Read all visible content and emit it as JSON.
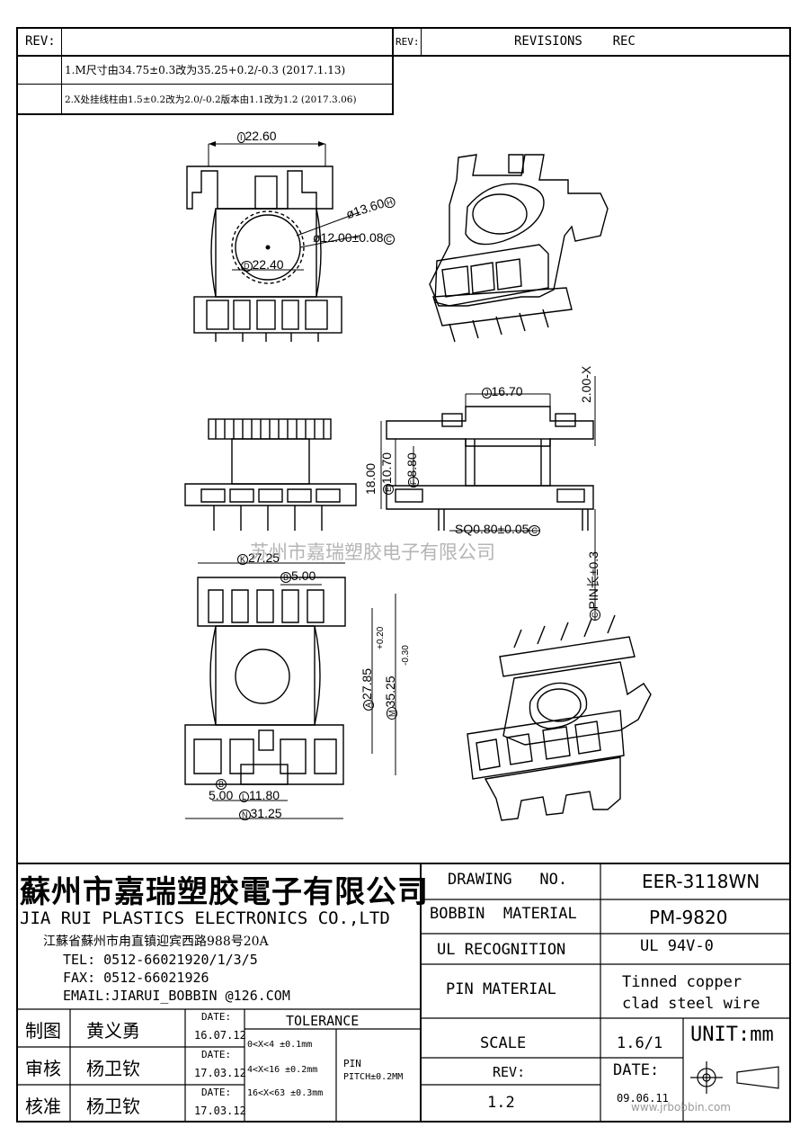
{
  "revision_block": {
    "rev_label": "REV:",
    "rev_label_2": "REV:",
    "revisions_header": "REVISIONS    REC",
    "rev1": "1.M尺寸由34.75±0.3改为35.25+0.2/-0.3 (2017.1.13)",
    "rev2": "2.X处挂线柱由1.5±0.2改为2.0/-0.2版本由1.1改为1.2 (2017.3.06)"
  },
  "dimensions": {
    "i": "22.60",
    "h_dia": "ø13.60",
    "c_dia": "ø12.00±0.08",
    "d": "22.40",
    "j": "16.70",
    "x": "2.00",
    "g18": "18.00",
    "e": "10.70",
    "f": "8.80",
    "sq": "SQ0.80±0.05",
    "pin": "PIN长±0.3",
    "k": "27.25",
    "b": "5.00",
    "tol_top": "+0.20",
    "tol_bot": "-0.30",
    "a": "27.85",
    "m": "35.25",
    "b2": "5.00",
    "l": "11.80",
    "n": "31.25"
  },
  "dim_circle_letters": {
    "i": "I",
    "h": "H",
    "c": "C",
    "d": "D",
    "j": "J",
    "e": "E",
    "f": "F",
    "sq_c": "C",
    "k": "K",
    "b": "B",
    "a": "A",
    "m": "M",
    "b2": "B",
    "l": "L",
    "n": "N",
    "pin_c": "C"
  },
  "watermark": "苏州市嘉瑞塑胶电子有限公司",
  "company": {
    "name_cn": "蘇州市嘉瑞塑胶電子有限公司",
    "name_en": "JIA RUI PLASTICS ELECTRONICS CO.,LTD",
    "address": "江蘇省蘇州市甪直镇迎宾西路988号20A",
    "tel": "TEL:  0512-66021920/1/3/5",
    "fax": "FAX:  0512-66021926",
    "email": "EMAIL:JIARUI_BOBBIN @126.COM"
  },
  "title_block": {
    "drawing_no_label": "DRAWING   NO.",
    "drawing_no": "EER-3118WN",
    "bobbin_label": "BOBBIN  MATERIAL",
    "bobbin": "PM-9820",
    "ul_label": "UL RECOGNITION",
    "ul": "UL 94V-0",
    "pin_label": "PIN MATERIAL",
    "pin_line1": "Tinned copper",
    "pin_line2": "clad steel wire",
    "scale_label": "SCALE",
    "scale": "1.6/1",
    "unit": "UNIT:mm",
    "rev_label": "REV:",
    "rev": "1.2",
    "date_label": "DATE:",
    "date": "09.06.11"
  },
  "approvals": [
    {
      "role": "制图",
      "name": "黄义勇",
      "date_label": "DATE:",
      "date": "16.07.12"
    },
    {
      "role": "审核",
      "name": "杨卫钦",
      "date_label": "DATE:",
      "date": "17.03.12"
    },
    {
      "role": "核准",
      "name": "杨卫钦",
      "date_label": "DATE:",
      "date": "17.03.12"
    }
  ],
  "tolerance": {
    "header": "TOLERANCE",
    "rows": [
      "0<X<4  ±0.1mm",
      "4<X<16 ±0.2mm",
      "16<X<63 ±0.3mm"
    ],
    "pin_label": "PIN",
    "pin_pitch": "PITCH±0.2MM"
  },
  "site_watermark": "www.jrbobbin.com"
}
